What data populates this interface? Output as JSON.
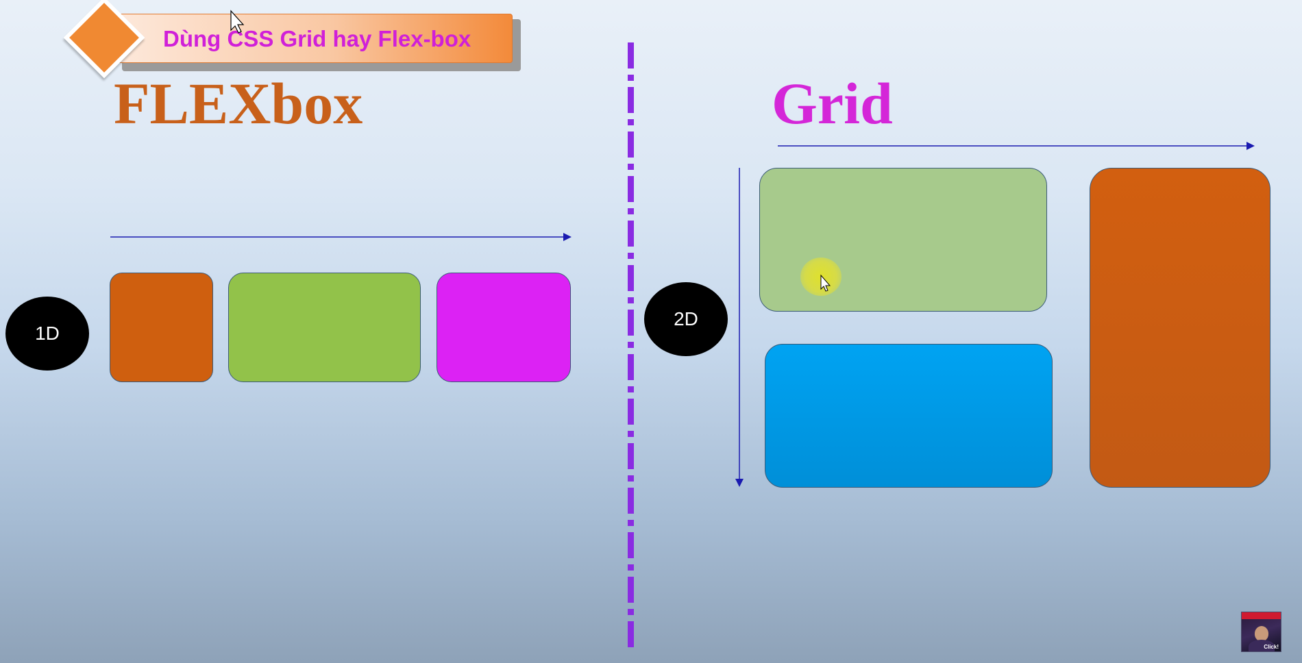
{
  "slide": {
    "banner_title": "Dùng CSS Grid hay Flex-box",
    "left_heading": "FLEXbox",
    "right_heading": "Grid",
    "left_dimension_label": "1D",
    "right_dimension_label": "2D",
    "avatar_label": "Click!"
  },
  "colors": {
    "flex_heading": "#c8601a",
    "grid_heading": "#d426d8",
    "banner_text": "#d020d8",
    "divider": "#8a2be2",
    "arrow": "#1a1ab0",
    "box_orange": "#cf5f0f",
    "box_green": "#92c24a",
    "box_magenta": "#dc22f4",
    "box_light_green": "#a7ca8c",
    "box_blue": "#00a3f2"
  },
  "icons": {
    "banner": "diamond-icon",
    "pointer": "mouse-cursor-icon"
  }
}
